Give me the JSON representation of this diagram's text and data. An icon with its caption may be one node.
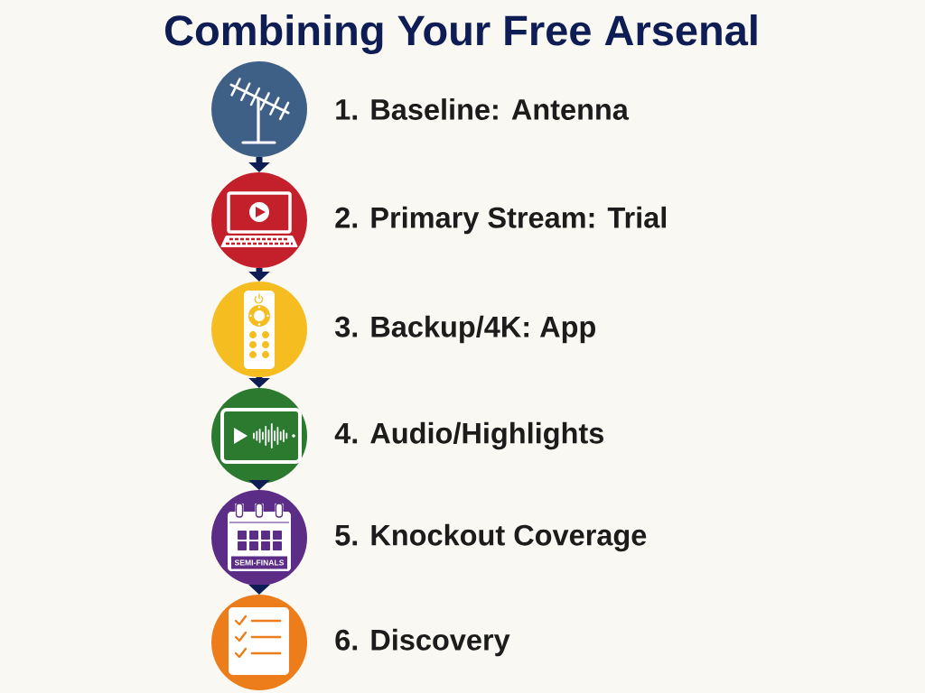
{
  "diagram": {
    "title": "Combining Your Free Arsenal",
    "nodes": [
      {
        "text": [],
        "shape": "circle",
        "beside": [
          "1. Baseline: Antenna"
        ]
      },
      {
        "text": [],
        "shape": "circle",
        "beside": [
          "2. Primary Stream: Trial"
        ]
      },
      {
        "text": [],
        "shape": "circle",
        "beside": [
          "3. Backup/4K: App"
        ]
      },
      {
        "text": [],
        "shape": "circle",
        "beside": [
          "4. Audio/Highlights"
        ]
      },
      {
        "text": [
          "SEMI-FINALS"
        ],
        "beside": [
          "5. Knockout Coverage"
        ]
      },
      {
        "text": [],
        "shape": "circle",
        "beside": [
          "6. Discovery"
        ]
      }
    ],
    "edges": [
      {
        "from": 0,
        "to": 1,
        "arrow": "to"
      },
      {
        "from": 1,
        "to": 2,
        "arrow": "to"
      },
      {
        "from": 2,
        "to": 3,
        "arrow": "to"
      },
      {
        "from": 3,
        "to": 4,
        "arrow": "to"
      },
      {
        "from": 4,
        "to": 5,
        "arrow": "to"
      }
    ]
  }
}
